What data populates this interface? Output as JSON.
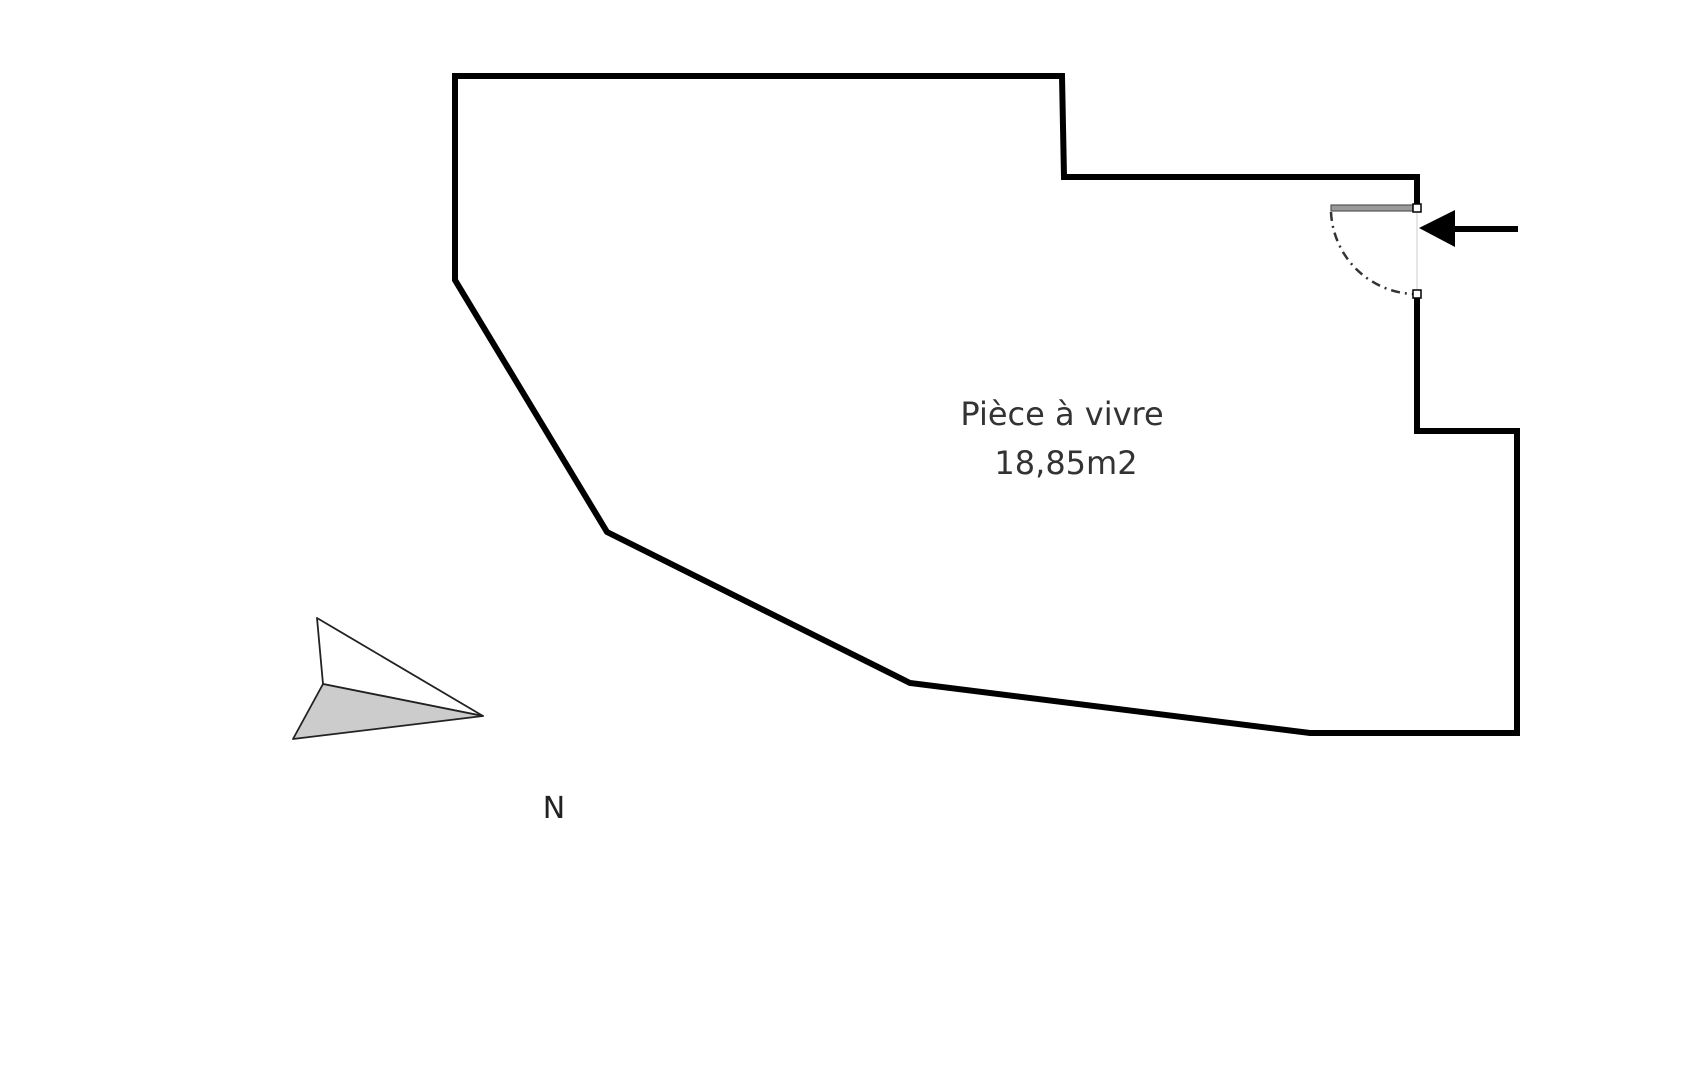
{
  "room": {
    "name": "Pièce à vivre",
    "area": "18,85m2"
  },
  "compass": {
    "label": "N"
  },
  "colors": {
    "wall": "#000000",
    "door_leaf": "#999999",
    "compass_fill": "#cccccc",
    "background": "#ffffff"
  }
}
